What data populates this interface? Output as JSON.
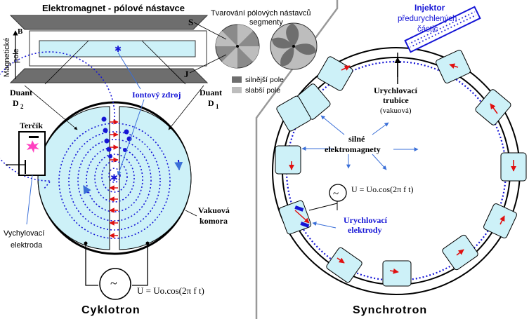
{
  "cyclotron": {
    "top_title": "Elektromagnet - pólové nástavce",
    "pole_shaping": "Tvarování pólových nástavců",
    "segments": "segmenty",
    "label_S": "S",
    "label_J": "J",
    "label_B": "B",
    "magnetic_field_1": "Magnetické",
    "magnetic_field_2": "pole",
    "stronger_field": "silnější pole",
    "weaker_field": "slabší pole",
    "dee_left": "Duant",
    "dee_left_sub": "D",
    "dee_left_num": "2",
    "dee_right": "Duant",
    "dee_right_sub": "D",
    "dee_right_num": "1",
    "ion_source": "Iontový zdroj",
    "target": "Terčík",
    "deflect_1": "Vychylovací",
    "deflect_2": "elektroda",
    "vacuum_1": "Vakuová",
    "vacuum_2": "komora",
    "voltage": "U = Uo.cos(2π f t)",
    "tilde": "~",
    "name": "Cyklotron",
    "colors": {
      "chamber": "#cdf1f8",
      "ion_blue": "#1515d6",
      "arrow_red": "#e01010",
      "pole_gray": "#6e6e6e"
    }
  },
  "synchrotron": {
    "injector_1": "Injektor",
    "injector_2": "předurychlených",
    "injector_3": "částic",
    "accel_tube_1": "Urychlovací",
    "accel_tube_2": "trubice",
    "accel_tube_3": "(vakuová)",
    "strong_1": "silné",
    "strong_2": "elektromagnety",
    "voltage": "U = Uo.cos(2π f t)",
    "tilde": "~",
    "electrodes_1": "Urychlovací",
    "electrodes_2": "elektrody",
    "name": "Synchrotron"
  }
}
